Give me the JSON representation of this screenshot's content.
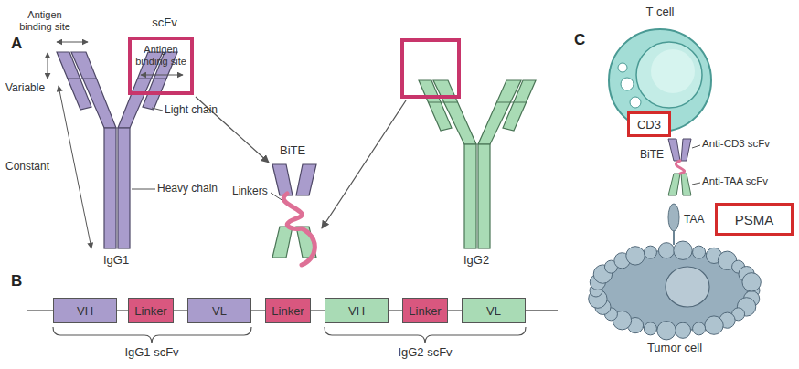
{
  "diagram": {
    "nodes": [
      {
        "text": [
          "scFv",
          "Antigen binding site"
        ]
      },
      {
        "text": [
          "VH"
        ]
      },
      {
        "text": [
          "Linker"
        ]
      },
      {
        "text": [
          "VL"
        ]
      },
      {
        "text": [
          "Linker"
        ]
      },
      {
        "text": [
          "VH"
        ]
      },
      {
        "text": [
          "Linker"
        ]
      },
      {
        "text": [
          "VL"
        ]
      },
      {
        "text": [
          "T cell"
        ]
      },
      {
        "text": [
          "CD3"
        ]
      },
      {
        "text": [
          "PSMA"
        ]
      },
      {
        "text": [
          "Tumor cell"
        ]
      }
    ],
    "edges": [
      {
        "from": 1,
        "to": 2,
        "arrow": "none"
      },
      {
        "from": 2,
        "to": 3,
        "arrow": "none"
      },
      {
        "from": 3,
        "to": 4,
        "arrow": "none"
      },
      {
        "from": 4,
        "to": 5,
        "arrow": "none"
      },
      {
        "from": 5,
        "to": 6,
        "arrow": "none"
      },
      {
        "from": 6,
        "to": 7,
        "arrow": "none"
      }
    ],
    "labels": [
      "A",
      "Antigen binding site",
      "Variable",
      "Constant",
      "Light chain",
      "Heavy chain",
      "IgG1",
      "BiTE",
      "Linkers",
      "IgG2",
      "B",
      "IgG1 scFv",
      "IgG2 scFv",
      "C",
      "Anti-CD3 scFv",
      "BiTE",
      "Anti-TAA scFv",
      "TAA"
    ]
  }
}
